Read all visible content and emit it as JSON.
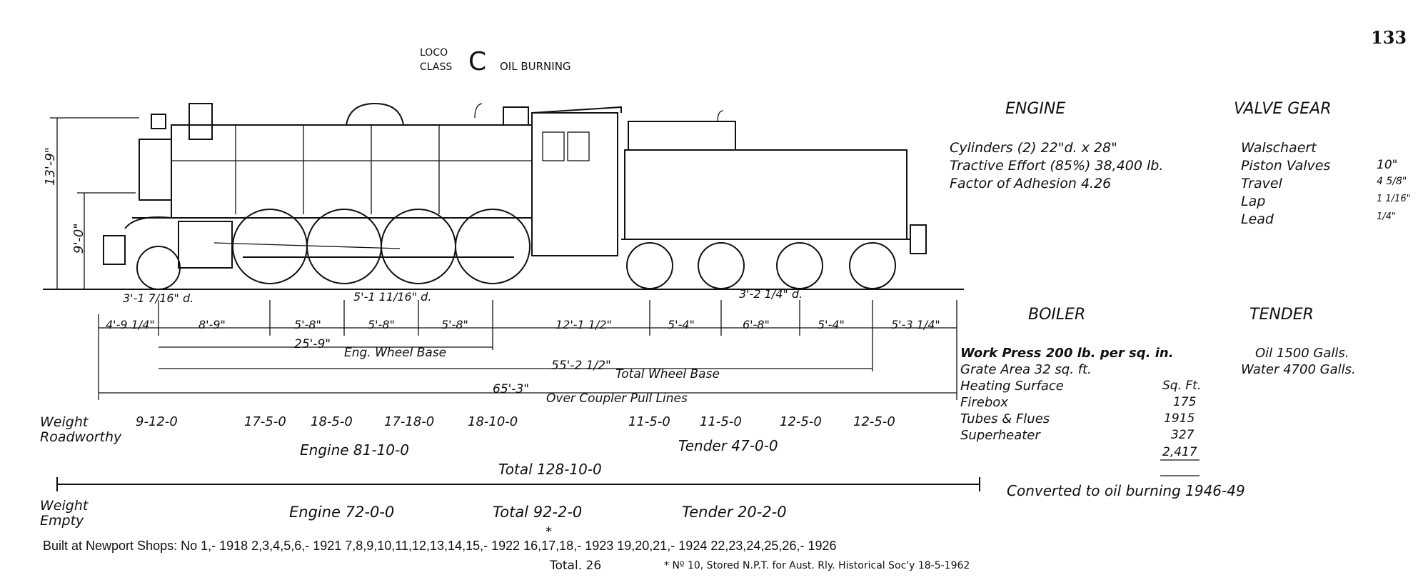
{
  "page_number": "133",
  "title": {
    "loco": "LOCO",
    "class_word": "CLASS",
    "class_letter": "C",
    "subtitle": "OIL BURNING"
  },
  "dims": {
    "height_total": "13'-9\"",
    "height_boiler": "9'-0\"",
    "wheel_bogie": "3'-1 7/16\" d.",
    "wheel_driving": "5'-1 11/16\" d.",
    "wheel_tender": "3'-2 1/4\" d.",
    "spacings": [
      "4'-9 1/4\"",
      "8'-9\"",
      "5'-8\"",
      "5'-8\"",
      "5'-8\"",
      "12'-1 1/2\"",
      "5'-4\"",
      "6'-8\"",
      "5'-4\"",
      "5'-3 1/4\""
    ],
    "eng_wheel_base_value": "25'-9\"",
    "eng_wheel_base_label": "Eng. Wheel Base",
    "total_wheel_base_value": "55'-2 1/2\"",
    "total_wheel_base_label": "Total Wheel Base",
    "over_coupler_value": "65'-3\"",
    "over_coupler_label": "Over Coupler Pull Lines"
  },
  "weights": {
    "roadworthy_label": [
      "Weight",
      "Roadworthy"
    ],
    "axle_weights": [
      "9-12-0",
      "17-5-0",
      "18-5-0",
      "17-18-0",
      "18-10-0",
      "11-5-0",
      "11-5-0",
      "12-5-0",
      "12-5-0"
    ],
    "engine_roadworthy": "Engine 81-10-0",
    "tender_roadworthy": "Tender 47-0-0",
    "total_roadworthy": "Total 128-10-0",
    "empty_label": [
      "Weight",
      "Empty"
    ],
    "engine_empty": "Engine 72-0-0",
    "total_empty": "Total 92-2-0",
    "tender_empty": "Tender 20-2-0"
  },
  "engine": {
    "heading": "ENGINE",
    "lines": [
      "Cylinders (2) 22\"d. x 28\"",
      "Tractive Effort (85%) 38,400 lb.",
      "Factor of Adhesion 4.26"
    ]
  },
  "valve_gear": {
    "heading": "VALVE GEAR",
    "rows": [
      {
        "label": "Walschaert",
        "value": ""
      },
      {
        "label": "Piston Valves",
        "value": "10\""
      },
      {
        "label": "Travel",
        "value": "4 5/8\""
      },
      {
        "label": "Lap",
        "value": "1 1/16\""
      },
      {
        "label": "Lead",
        "value": "1/4\""
      }
    ]
  },
  "boiler": {
    "heading": "BOILER",
    "work_press": "Work Press 200 lb. per sq. in.",
    "grate_area": "Grate Area 32 sq. ft.",
    "heating_surface": "Heating Surface",
    "sq_ft": "Sq. Ft.",
    "rows": [
      {
        "label": "Firebox",
        "value": "175"
      },
      {
        "label": "Tubes & Flues",
        "value": "1915"
      },
      {
        "label": "Superheater",
        "value": "327"
      }
    ],
    "total": "2,417"
  },
  "tender": {
    "heading": "TENDER",
    "oil": "Oil 1500 Galls.",
    "water": "Water 4700 Galls."
  },
  "converted": "Converted to oil burning 1946-49",
  "built": {
    "text": "Built at Newport Shops: No 1,- 1918 2,3,4,5,6,- 1921 7,8,9,10,11,12,13,14,15,- 1922 16,17,18,- 1923 19,20,21,- 1924 22,23,24,25,26,- 1926",
    "asterisk": "*",
    "total": "Total. 26",
    "note": "* Nº 10, Stored N.P.T. for Aust. Rly. Historical Soc'y 18-5-1962"
  }
}
